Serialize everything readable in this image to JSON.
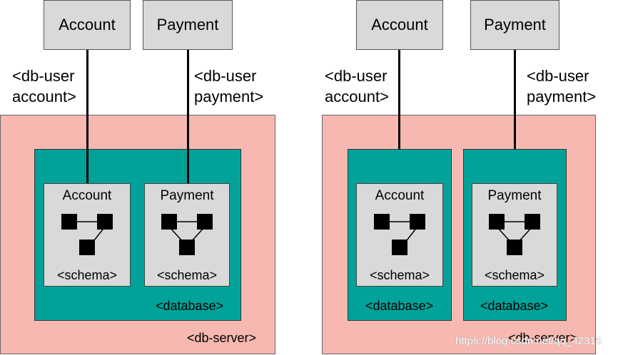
{
  "left": {
    "services": [
      "Account",
      "Payment"
    ],
    "users": [
      [
        "<db-user",
        "account>"
      ],
      [
        "<db-user",
        "payment>"
      ]
    ],
    "schemas": [
      "Account",
      "Payment"
    ],
    "schema_tag": "<schema>",
    "database_tag": "<database>",
    "server_tag": "<db-server>"
  },
  "right": {
    "services": [
      "Account",
      "Payment"
    ],
    "users": [
      [
        "<db-user",
        "account>"
      ],
      [
        "<db-user",
        "payment>"
      ]
    ],
    "schemas": [
      "Account",
      "Payment"
    ],
    "schema_tag": "<schema>",
    "database_tag": "<database>",
    "server_tag": "<db-server>"
  },
  "watermark": "https://blog.csdn.net/qq_42315"
}
